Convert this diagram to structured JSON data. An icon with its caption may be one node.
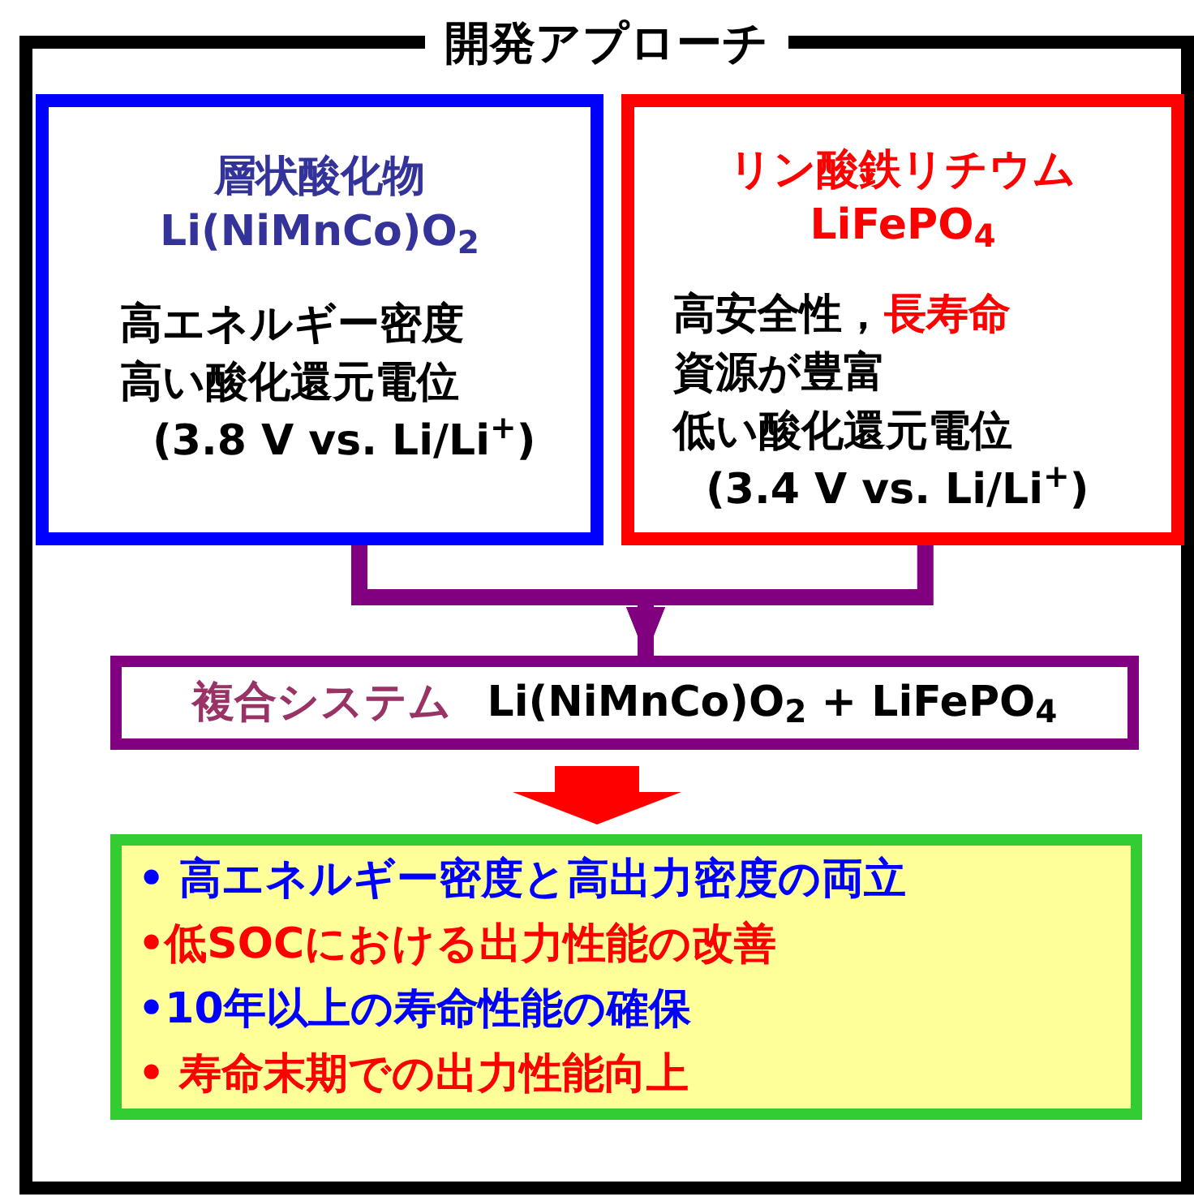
{
  "diagram": {
    "nodes": [
      {
        "text": [
          "開発アプローチ"
        ]
      },
      {
        "text": [
          "層状酸化物",
          "Li(NiMnCo)O$_{2}$",
          "高エネルギー密度",
          "高い酸化還元電位",
          "(3.8 V vs. Li/Li$^{+}$)"
        ],
        "in": 0
      },
      {
        "text": [
          "リン酸鉄リチウム",
          "LiFePO$_{4}$",
          "高安全性，**長寿命**",
          "資源が豊富",
          "低い酸化還元電位",
          "(3.4 V vs. Li/Li$^{+}$)"
        ],
        "in": 0
      },
      {
        "text": [
          "複合システム",
          "Li(NiMnCo)O$_{2}$ + LiFePO$_{4}$"
        ],
        "in": 0
      },
      {
        "text": [
          "• 高エネルギー密度と高出力密度の両立",
          "•低SOCにおける出力性能の改善",
          "•10年以上の寿命性能の確保",
          "• 寿命末期での出力性能向上"
        ],
        "in": 0
      }
    ],
    "edges": [
      {
        "from": 1,
        "to": 3,
        "arrow": "to",
        "color": "#800080"
      },
      {
        "from": 2,
        "to": 3,
        "arrow": "to",
        "color": "#800080"
      },
      {
        "from": 3,
        "to": 4,
        "arrow": "to",
        "style": "thick",
        "color": "#ff0000"
      }
    ]
  }
}
